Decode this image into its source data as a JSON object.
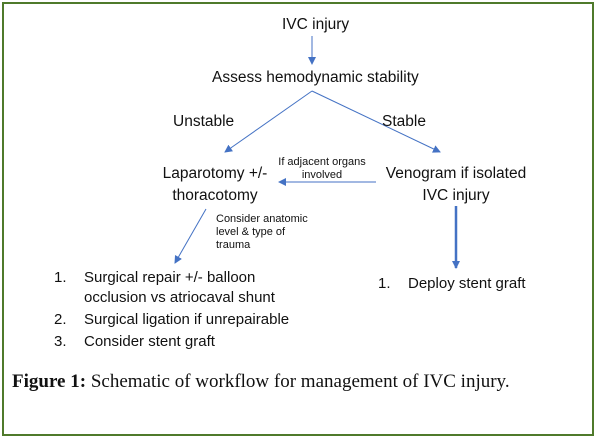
{
  "diagram": {
    "root": "IVC injury",
    "assess": "Assess hemodynamic stability",
    "branch_unstable": "Unstable",
    "branch_stable": "Stable",
    "left_node": [
      "Laparotomy +/-",
      "thoracotomy"
    ],
    "right_node": [
      "Venogram if isolated",
      "IVC injury"
    ],
    "cross_label": [
      "If adjacent organs",
      "involved"
    ],
    "consider_label": [
      "Consider anatomic",
      "level & type of",
      "trauma"
    ],
    "left_steps": [
      {
        "num": "1.",
        "text": "Surgical repair +/- balloon",
        "cont": "occlusion vs atriocaval shunt"
      },
      {
        "num": "2.",
        "text": "Surgical ligation if unrepairable",
        "cont": ""
      },
      {
        "num": "3.",
        "text": "Consider stent graft",
        "cont": ""
      }
    ],
    "right_steps": [
      {
        "num": "1.",
        "text": "Deploy stent graft",
        "cont": ""
      }
    ]
  },
  "caption": {
    "label": "Figure 1:",
    "text": "Schematic of workflow for management of IVC injury."
  },
  "colors": {
    "arrow": "#4472c4",
    "frame": "#4f7a2b"
  }
}
